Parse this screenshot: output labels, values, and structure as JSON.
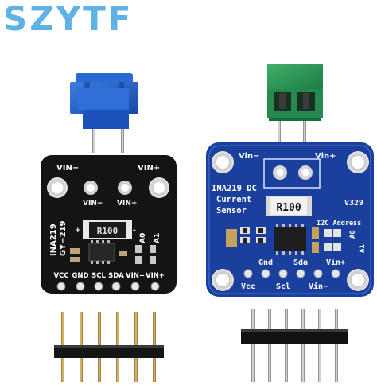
{
  "brand": "SZYTF",
  "colors": {
    "brand": "#5fb2e6",
    "black_pcb": "#141414",
    "blue_pcb": "#1b3f9c",
    "blue_terminal": "#1f5fc9",
    "green_terminal": "#2f9a5a",
    "gold_pin": "#c9a24a"
  },
  "left_board": {
    "top_labels": [
      "VIN−",
      "VIN+"
    ],
    "mid_labels": [
      "VIN−",
      "VIN+"
    ],
    "model": "INA219",
    "model2": "GY−219",
    "resistor": "R100",
    "addr": [
      "A0",
      "A1"
    ],
    "pins": [
      "VCC",
      "GND",
      "SCL",
      "SDA",
      "VIN−",
      "VIN+"
    ]
  },
  "right_board": {
    "top_labels": [
      "Vin−",
      "Vin+"
    ],
    "title": [
      "INA219 DC",
      "Current",
      "Sensor"
    ],
    "resistor": "R100",
    "version": "V329",
    "i2c": "I2C Address",
    "addr": [
      "A0",
      "A1"
    ],
    "pins_top": [
      "Gnd",
      "Sda",
      "Vin+"
    ],
    "pins_bottom": [
      "Vcc",
      "Scl",
      "Vin−"
    ]
  }
}
